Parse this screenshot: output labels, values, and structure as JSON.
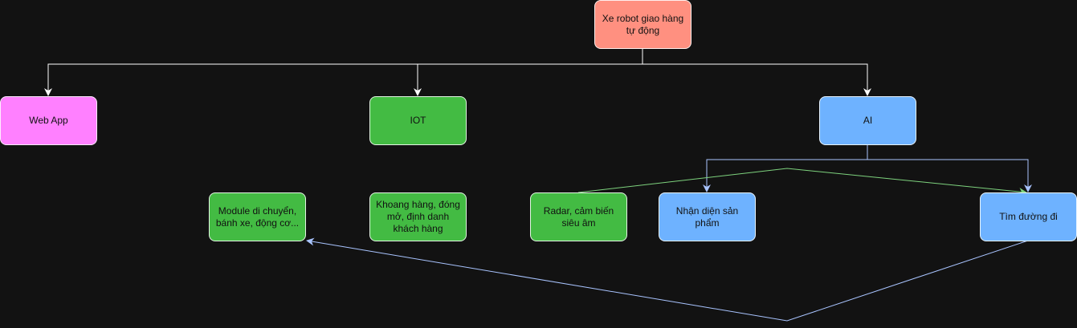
{
  "diagram": {
    "nodes": {
      "root": {
        "label": "Xe robot giao hàng tự động",
        "color": "#FF9080"
      },
      "web": {
        "label": "Web App",
        "color": "#FF80FF"
      },
      "iot": {
        "label": "IOT",
        "color": "#43BB43"
      },
      "ai": {
        "label": "AI",
        "color": "#6EB2FF"
      },
      "module": {
        "label": "Module di chuyển, bánh xe, động cơ...",
        "color": "#43BB43"
      },
      "khoang": {
        "label": "Khoang hàng, đóng mở, định danh khách hàng",
        "color": "#43BB43"
      },
      "radar": {
        "label": "Radar, cảm biến siêu âm",
        "color": "#43BB43"
      },
      "nhan": {
        "label": "Nhận diện sản phẩm",
        "color": "#6EB2FF"
      },
      "tim": {
        "label": "Tìm đường đi",
        "color": "#6EB2FF"
      }
    },
    "edges": [
      {
        "from": "root",
        "to": "web",
        "color": "#FFFFFF"
      },
      {
        "from": "root",
        "to": "iot",
        "color": "#FFFFFF"
      },
      {
        "from": "root",
        "to": "ai",
        "color": "#FFFFFF"
      },
      {
        "from": "ai",
        "to": "nhan",
        "color": "#A9C4FF"
      },
      {
        "from": "ai",
        "to": "tim",
        "color": "#A9C4FF"
      },
      {
        "from": "radar",
        "to": "tim",
        "color": "#7ED37E"
      },
      {
        "from": "tim",
        "to": "module",
        "color": "#A9C4FF"
      }
    ]
  }
}
